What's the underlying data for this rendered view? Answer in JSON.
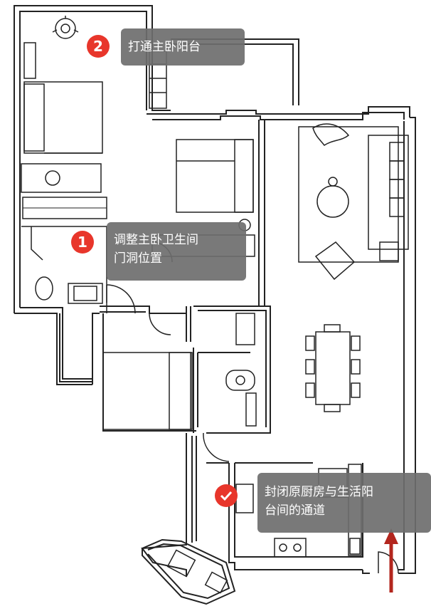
{
  "annotations": {
    "badge_1": "1",
    "badge_2": "2",
    "note_1": [
      "调整主卧卫生间",
      "门洞位置"
    ],
    "note_2": "打通主卧阳台",
    "note_3": [
      "封闭原厨房与生活阳",
      "台间的通道"
    ]
  },
  "colors": {
    "wall": "#222222",
    "badge": "#e8362b",
    "callout": "#6e6e6e",
    "arrow": "#b3261e"
  }
}
